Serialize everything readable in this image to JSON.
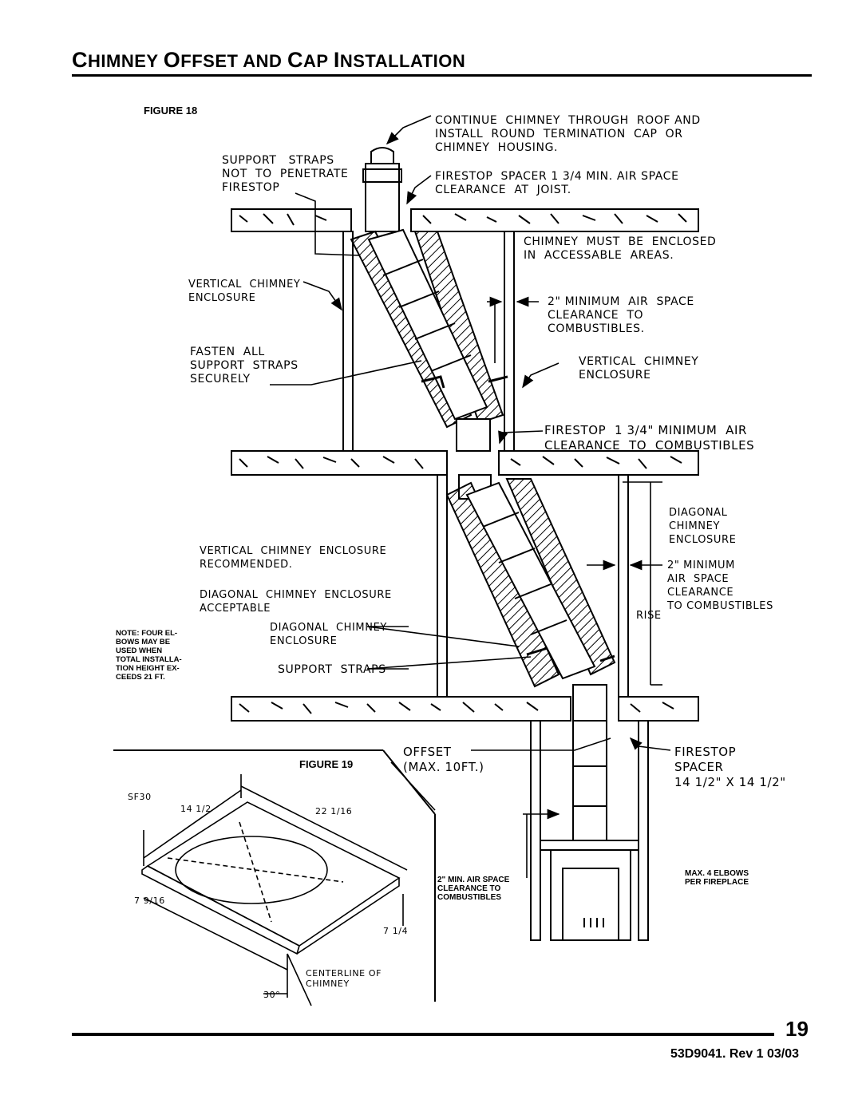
{
  "header": {
    "title_parts": [
      {
        "cap": "C",
        "rest": "HIMNEY "
      },
      {
        "cap": "O",
        "rest": "FFSET AND "
      },
      {
        "cap": "C",
        "rest": "AP "
      },
      {
        "cap": "I",
        "rest": "NSTALLATION"
      }
    ]
  },
  "figure18": {
    "label": "FIGURE 18",
    "callouts": {
      "continue_chimney": "CONTINUE  CHIMNEY  THROUGH  ROOF AND\nINSTALL  ROUND  TERMINATION  CAP  OR\nCHIMNEY  HOUSING.",
      "support_straps_top": "SUPPORT   STRAPS\nNOT  TO  PENETRATE\nFIRESTOP",
      "firestop_spacer_top": "FIRESTOP  SPACER 1 3/4 MIN. AIR SPACE\nCLEARANCE  AT  JOIST.",
      "chimney_enclosed": "CHIMNEY  MUST  BE  ENCLOSED\nIN  ACCESSABLE  AREAS.",
      "vertical_enclosure_left": "VERTICAL  CHIMNEY\nENCLOSURE",
      "two_inch_upper": "2\" MINIMUM  AIR  SPACE\nCLEARANCE  TO\nCOMBUSTIBLES.",
      "fasten_all": "FASTEN  ALL\nSUPPORT  STRAPS\nSECURELY",
      "vertical_enclosure_right": "VERTICAL  CHIMNEY\nENCLOSURE",
      "firestop_middle": "FIRESTOP  1 3/4\" MINIMUM  AIR\nCLEARANCE  TO  COMBUSTIBLES",
      "diagonal_enclosure_right": "DIAGONAL\nCHIMNEY\nENCLOSURE",
      "vertical_recommended": "VERTICAL  CHIMNEY  ENCLOSURE\nRECOMMENDED.",
      "two_inch_lower": "2\" MINIMUM\nAIR  SPACE\nCLEARANCE\nTO COMBUSTIBLES",
      "diagonal_acceptable": "DIAGONAL  CHIMNEY  ENCLOSURE\nACCEPTABLE",
      "rise": "RISE",
      "diagonal_enclosure_center": "DIAGONAL  CHIMNEY\nENCLOSURE",
      "support_straps_bottom": "SUPPORT  STRAPS",
      "offset": "OFFSET\n(MAX. 10FT.)",
      "firestop_spacer_bottom": "FIRESTOP\nSPACER\n14 1/2\" X 14 1/2\""
    },
    "note": "NOTE: FOUR EL-\nBOWS MAY BE\nUSED WHEN\nTOTAL INSTALLA-\nTION HEIGHT EX-\nCEEDS 21 FT.",
    "air_space_note": "2\" MIN. AIR SPACE\nCLEARANCE TO\nCOMBUSTIBLES",
    "elbows_note": "MAX. 4 ELBOWS\nPER FIREPLACE"
  },
  "figure19": {
    "label": "FIGURE 19",
    "model": "SF30",
    "dim_a": "14 1/2",
    "dim_b": "22 1/16",
    "dim_c": "7 9/16",
    "dim_d": "7 1/4",
    "centerline": "CENTERLINE OF\nCHIMNEY",
    "angle": "30°"
  },
  "footer": {
    "page_number": "19",
    "doc_number": "53D9041. Rev 1 03/03"
  }
}
